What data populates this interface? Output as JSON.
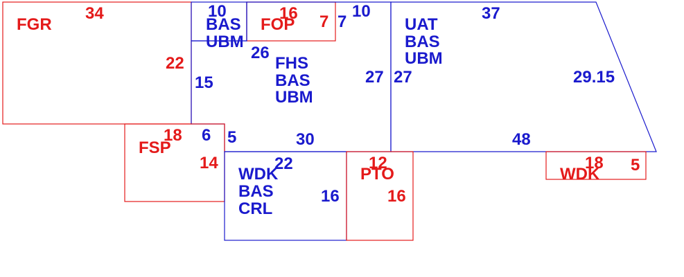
{
  "colors": {
    "red": "#e41a1a",
    "blue": "#1a1acd",
    "background": "#ffffff"
  },
  "areas": {
    "fgr": {
      "code": "FGR",
      "dims": [
        "34",
        "22"
      ]
    },
    "bas_small": {
      "lines": [
        "BAS",
        "UBM"
      ],
      "dims": [
        "10"
      ]
    },
    "fop": {
      "code": "FOP",
      "dims": [
        "16",
        "7"
      ]
    },
    "fhs": {
      "lines": [
        "FHS",
        "BAS",
        "UBM"
      ],
      "dims": [
        "7",
        "10",
        "26",
        "15",
        "27",
        "30",
        "5"
      ]
    },
    "uat": {
      "lines": [
        "UAT",
        "BAS",
        "UBM"
      ],
      "dims": [
        "37",
        "27",
        "29.15",
        "48"
      ]
    },
    "fsp": {
      "code": "FSP",
      "dims": [
        "18",
        "6",
        "14"
      ]
    },
    "wdk_crl": {
      "lines": [
        "WDK",
        "BAS",
        "CRL"
      ],
      "dims": [
        "22",
        "16"
      ]
    },
    "pto": {
      "code": "PTO",
      "dims": [
        "12",
        "16"
      ]
    },
    "wdk_small": {
      "code": "WDK",
      "dims": [
        "18",
        "5"
      ]
    }
  }
}
